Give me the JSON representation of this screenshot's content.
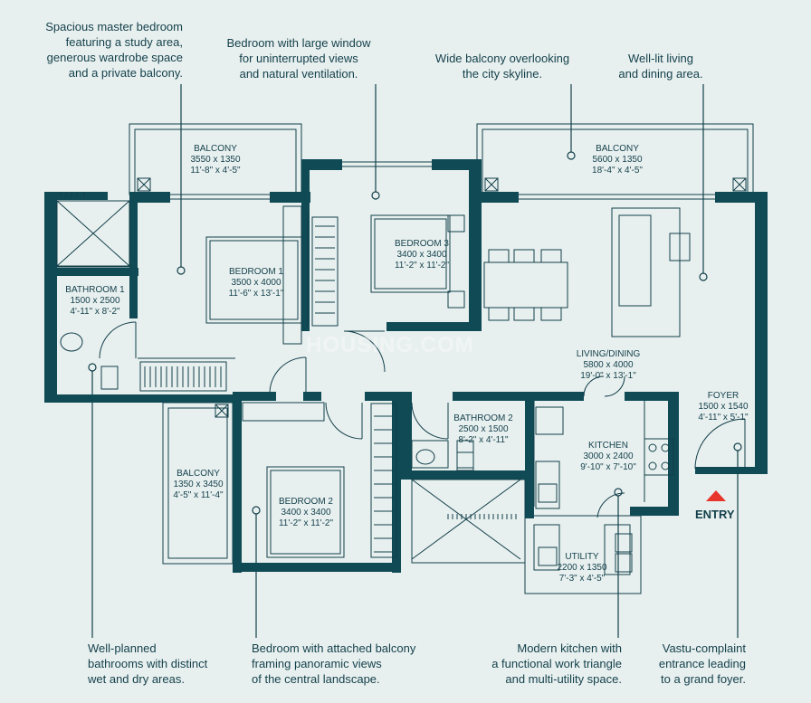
{
  "callouts": {
    "master_bedroom": "Spacious master bedroom\nfeaturing a study area,\ngenerous wardrobe space\nand a private balcony.",
    "bedroom_window": "Bedroom with large window\nfor uninterrupted views\nand natural ventilation.",
    "wide_balcony": "Wide balcony overlooking\nthe city skyline.",
    "living": "Well-lit living\nand dining area.",
    "bathrooms": "Well-planned\nbathrooms with distinct\nwet and dry areas.",
    "bedroom_balcony": "Bedroom with attached balcony\nframing panoramic views\nof the central landscape.",
    "kitchen": "Modern kitchen with\na functional work triangle\nand multi-utility space.",
    "foyer": "Vastu-complaint\nentrance leading\nto a grand foyer."
  },
  "rooms": {
    "balcony_top_left": {
      "name": "BALCONY",
      "size": "3550 x 1350",
      "imperial": "11'-8\" x 4'-5\""
    },
    "balcony_top_right": {
      "name": "BALCONY",
      "size": "5600 x 1350",
      "imperial": "18'-4\" x 4'-5\""
    },
    "bedroom1": {
      "name": "BEDROOM 1",
      "size": "3500 x 4000",
      "imperial": "11'-6\" x 13'-1\""
    },
    "bedroom3": {
      "name": "BEDROOM 3",
      "size": "3400 x 3400",
      "imperial": "11'-2\" x 11'-2\""
    },
    "bathroom1": {
      "name": "BATHROOM 1",
      "size": "1500 x 2500",
      "imperial": "4'-11\" x 8'-2\""
    },
    "living": {
      "name": "LIVING/DINING",
      "size": "5800 x 4000",
      "imperial": "19'-0\" x 13'-1\""
    },
    "foyer": {
      "name": "FOYER",
      "size": "1500 x 1540",
      "imperial": "4'-11\" x 5'-1\""
    },
    "bathroom2": {
      "name": "BATHROOM 2",
      "size": "2500 x 1500",
      "imperial": "8'-2\" x 4'-11\""
    },
    "kitchen": {
      "name": "KITCHEN",
      "size": "3000 x 2400",
      "imperial": "9'-10\" x 7'-10\""
    },
    "balcony_left": {
      "name": "BALCONY",
      "size": "1350 x 3450",
      "imperial": "4'-5\" x 11'-4\""
    },
    "bedroom2": {
      "name": "BEDROOM 2",
      "size": "3400 x 3400",
      "imperial": "11'-2\" x 11'-2\""
    },
    "utility": {
      "name": "UTILITY",
      "size": "2200 x 1350",
      "imperial": "7'-3\" x 4'-5\""
    }
  },
  "entry_label": "ENTRY",
  "watermark": "HOUSING.COM",
  "colors": {
    "wall": "#0f4a55",
    "line": "#123f4a",
    "background": "#e8f0ef",
    "entry_arrow": "#e8352b"
  }
}
